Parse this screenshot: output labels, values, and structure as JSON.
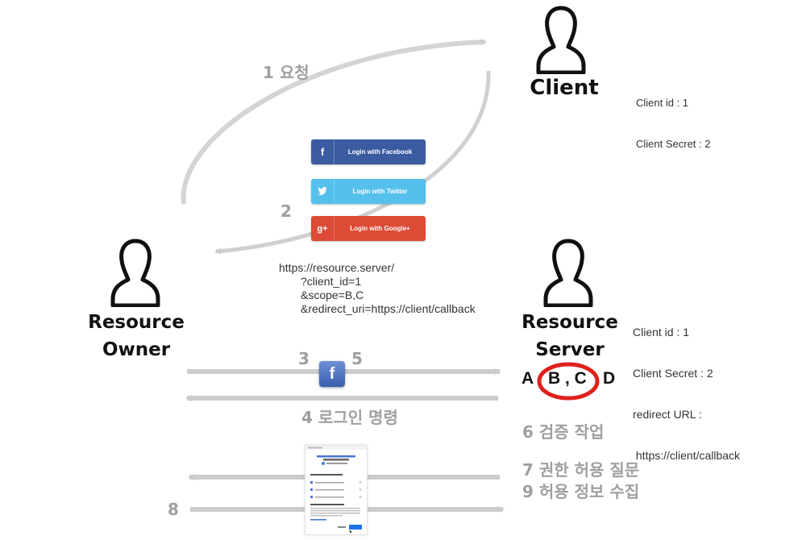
{
  "actors": {
    "client": "Client",
    "owner": [
      "Resource",
      "Owner"
    ],
    "server": [
      "Resource",
      "Server"
    ]
  },
  "client_info": {
    "id": "Client id : 1",
    "secret": "Client Secret : 2"
  },
  "server_info": {
    "id": "Client id : 1",
    "secret": "Client Secret : 2",
    "redirect_label": "redirect URL :",
    "redirect_value": " https://client/callback"
  },
  "steps": {
    "s1": {
      "num": "1",
      "text": "요청"
    },
    "s2": {
      "num": "2"
    },
    "s3": {
      "num": "3"
    },
    "s4": {
      "num": "4",
      "text": "로그인 명령"
    },
    "s5": {
      "num": "5"
    },
    "s6": {
      "num": "6",
      "text": "검증 작업"
    },
    "s7": {
      "num": "7",
      "text": "권한 허용 질문"
    },
    "s8": {
      "num": "8"
    },
    "s9": {
      "num": "9",
      "text": "허용 정보 수집"
    }
  },
  "login_buttons": [
    {
      "icon": "f",
      "label": "Login with Facebook",
      "color": "#3b5ba0"
    },
    {
      "icon": "t",
      "label": "Login with Twitter",
      "color": "#55c0ec"
    },
    {
      "icon": "g+",
      "label": "Login with Google+",
      "color": "#dc4b36"
    }
  ],
  "auth_url": {
    "line1": "https://resource.server/",
    "line2": "?client_id=1",
    "line3": "&scope=B,C",
    "line4": "&redirect_uri=https://client/callback"
  },
  "scopes": {
    "a": "A",
    "bc": "B , C",
    "d": "D"
  },
  "fb_badge": "f",
  "colors": {
    "arrow": "#cccccc",
    "label": "#9f9f9f",
    "highlight": "#e0201c"
  }
}
